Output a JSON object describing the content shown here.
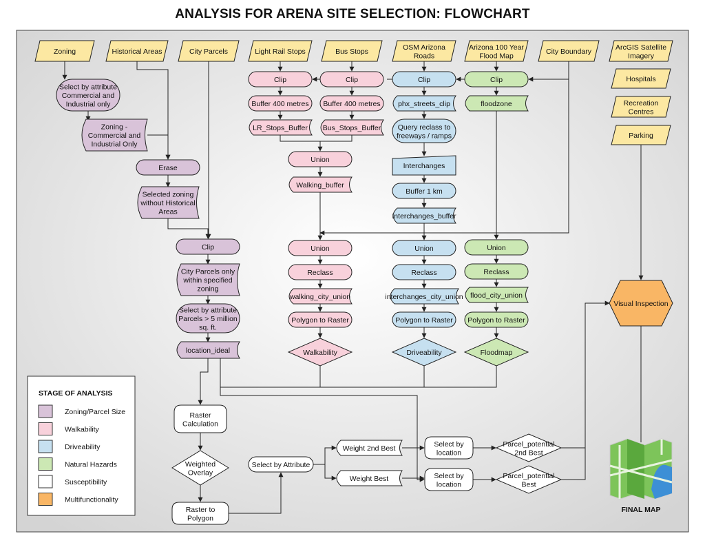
{
  "title": "ANALYSIS FOR ARENA SITE SELECTION: FLOWCHART",
  "colors": {
    "input": "#fce8a2",
    "zoning": "#d9c3d9",
    "walk": "#f8d1db",
    "drive": "#c6e0f0",
    "hazard": "#cce8b4",
    "suscept": "#ffffff",
    "multi": "#f9b665",
    "stroke": "#222222",
    "frame_bg": "#e5e5e5"
  },
  "inputs": {
    "zoning": "Zoning",
    "historical": "Historical Areas",
    "parcels": "City Parcels",
    "lightrail": "Light Rail Stops",
    "busstops": "Bus Stops",
    "osm": [
      "OSM Arizona",
      "Roads"
    ],
    "flood": [
      "Arizona 100 Year",
      "Flood Map"
    ],
    "boundary": "City Boundary",
    "satellite": [
      "ArcGIS Satellite",
      "Imagery"
    ],
    "hospitals": "Hospitals",
    "recreation": [
      "Recreation",
      "Centres"
    ],
    "parking": "Parking"
  },
  "zoning_branch": {
    "select_attr": [
      "Select by attribute",
      "Commercial and",
      "Industrial only"
    ],
    "zoning_ci": [
      "Zoning -",
      "Commercial and",
      "Industrial Only"
    ],
    "erase": "Erase",
    "selected_zoning": [
      "Selected zoning",
      "without Historical",
      "Areas"
    ],
    "clip": "Clip",
    "parcels_within": [
      "City Parcels only",
      "within specified",
      "zoning"
    ],
    "select_parcels": [
      "Select by attribute",
      "Parcels > 5 million",
      "sq. ft."
    ],
    "location_ideal": "location_ideal"
  },
  "walk_branch": {
    "clip_lr": "Clip",
    "clip_bus": "Clip",
    "buffer_lr": "Buffer 400 metres",
    "buffer_bus": "Buffer 400 metres",
    "lr_buffer": "LR_Stops_Buffer",
    "bus_buffer": "Bus_Stops_Buffer",
    "union1": "Union",
    "walking_buffer": "Walking_buffer",
    "union2": "Union",
    "reclass": "Reclass",
    "walking_city_union": "walking_city_union",
    "poly_raster": "Polygon to Raster",
    "walkability": "Walkability"
  },
  "drive_branch": {
    "clip": "Clip",
    "phx": "phx_streets_clip",
    "query": [
      "Query reclass to",
      "freeways / ramps"
    ],
    "interchanges": "Interchanges",
    "buffer": "Buffer 1 km",
    "interchanges_buffer": "Interchanges_buffer",
    "union": "Union",
    "reclass": "Reclass",
    "interchanges_city_union": "interchanges_city_union",
    "poly_raster": "Polygon to Raster",
    "driveability": "Driveability"
  },
  "flood_branch": {
    "clip": "Clip",
    "floodzone": "floodzone",
    "union": "Union",
    "reclass": "Reclass",
    "flood_city_union": "flood_city_union",
    "poly_raster": "Polygon to Raster",
    "floodmap": "Floodmap"
  },
  "suscept_branch": {
    "raster_calc": [
      "Raster",
      "Calculation"
    ],
    "weighted_overlay": [
      "Weighted",
      "Overlay"
    ],
    "raster_polygon": [
      "Raster to",
      "Polygon"
    ],
    "select_attr": "Select by Attribute",
    "weight_2nd": "Weight 2nd Best",
    "weight_best": "Weight Best",
    "select_loc_1": [
      "Select by",
      "location"
    ],
    "select_loc_2": [
      "Select by",
      "location"
    ],
    "parcel_2nd": [
      "Parcel_potential",
      "2nd Best"
    ],
    "parcel_best": [
      "Parcel_potential",
      "Best"
    ]
  },
  "multi": {
    "visual": "Visual Inspection",
    "final_map": "FINAL MAP"
  },
  "legend": {
    "title": "STAGE OF ANALYSIS",
    "items": [
      {
        "label": "Zoning/Parcel Size",
        "color": "#d9c3d9"
      },
      {
        "label": "Walkability",
        "color": "#f8d1db"
      },
      {
        "label": "Driveability",
        "color": "#c6e0f0"
      },
      {
        "label": "Natural Hazards",
        "color": "#cce8b4"
      },
      {
        "label": "Susceptibility",
        "color": "#ffffff"
      },
      {
        "label": "Multifunctionality",
        "color": "#f9b665"
      }
    ]
  }
}
